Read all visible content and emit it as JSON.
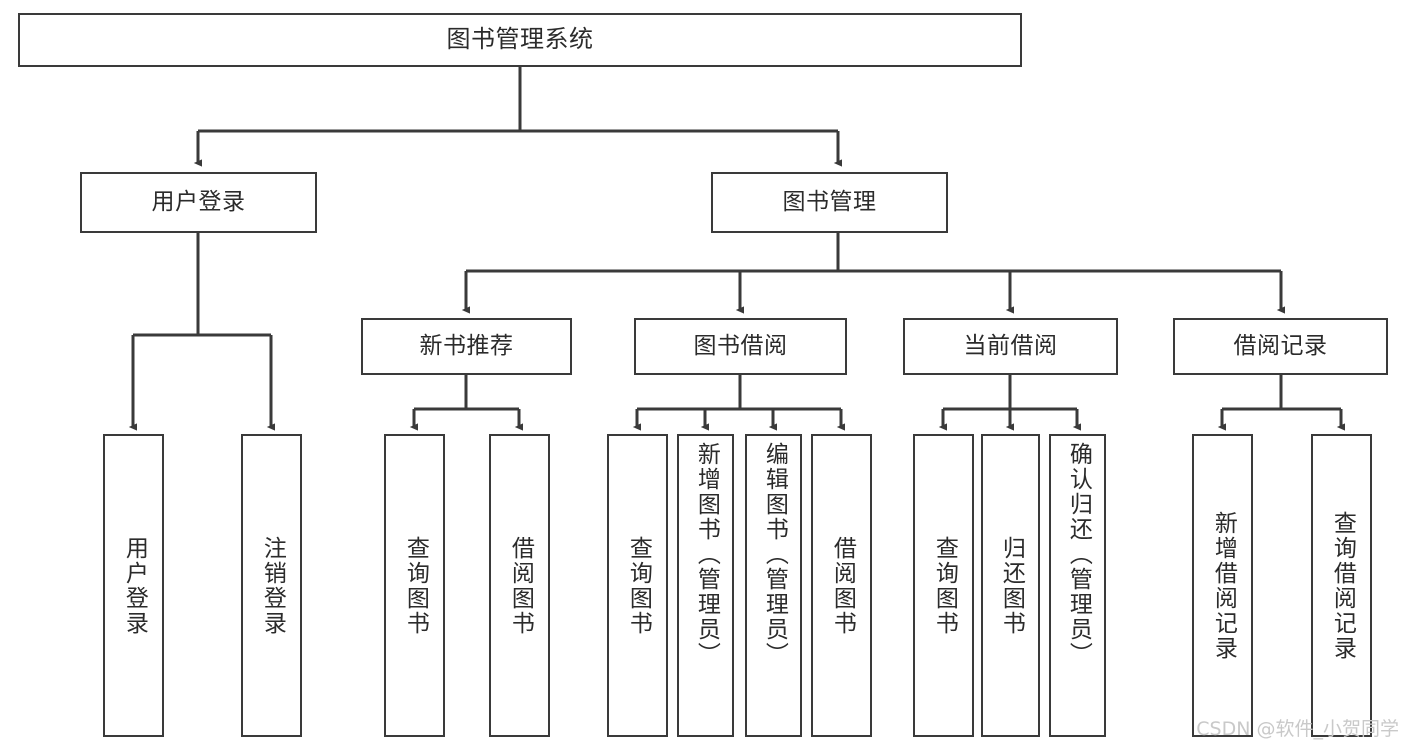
{
  "diagram": {
    "title": "图书管理系统",
    "watermark": "CSDN @软件_小贺同学",
    "colors": {
      "background": "#ffffff",
      "stroke": "#3a3a3a",
      "text": "#2b2b2b",
      "watermark": "#c9c9c9"
    },
    "nodes": {
      "root": {
        "label": "图书管理系统"
      },
      "level2": [
        {
          "label": "用户登录"
        },
        {
          "label": "图书管理"
        }
      ],
      "level3": [
        {
          "label": "新书推荐"
        },
        {
          "label": "图书借阅"
        },
        {
          "label": "当前借阅"
        },
        {
          "label": "借阅记录"
        }
      ],
      "leaves": {
        "user_login": [
          {
            "label": "用户登录"
          },
          {
            "label": "注销登录"
          }
        ],
        "new_book_recommend": [
          {
            "label": "查询图书"
          },
          {
            "label": "借阅图书"
          }
        ],
        "book_borrow": [
          {
            "label": "查询图书"
          },
          {
            "label": "新增图书（管理员）"
          },
          {
            "label": "编辑图书（管理员）"
          },
          {
            "label": "借阅图书"
          }
        ],
        "current_borrow": [
          {
            "label": "查询图书"
          },
          {
            "label": "归还图书"
          },
          {
            "label": "确认归还（管理员）"
          }
        ],
        "borrow_record": [
          {
            "label": "新增借阅记录"
          },
          {
            "label": "查询借阅记录"
          }
        ]
      }
    }
  }
}
